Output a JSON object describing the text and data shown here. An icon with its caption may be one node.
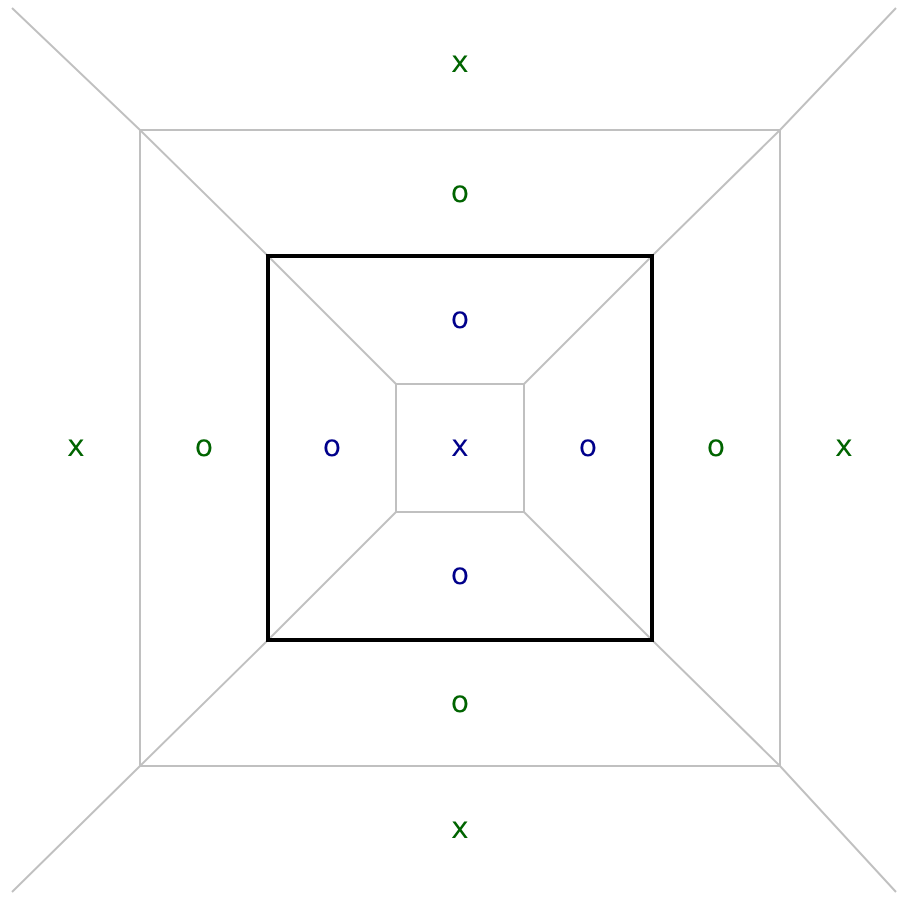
{
  "diagram": {
    "labels": [
      "x",
      "o",
      "o",
      "x",
      "o",
      "o",
      "x",
      "o",
      "o",
      "x",
      "o",
      "o",
      "x"
    ]
  }
}
